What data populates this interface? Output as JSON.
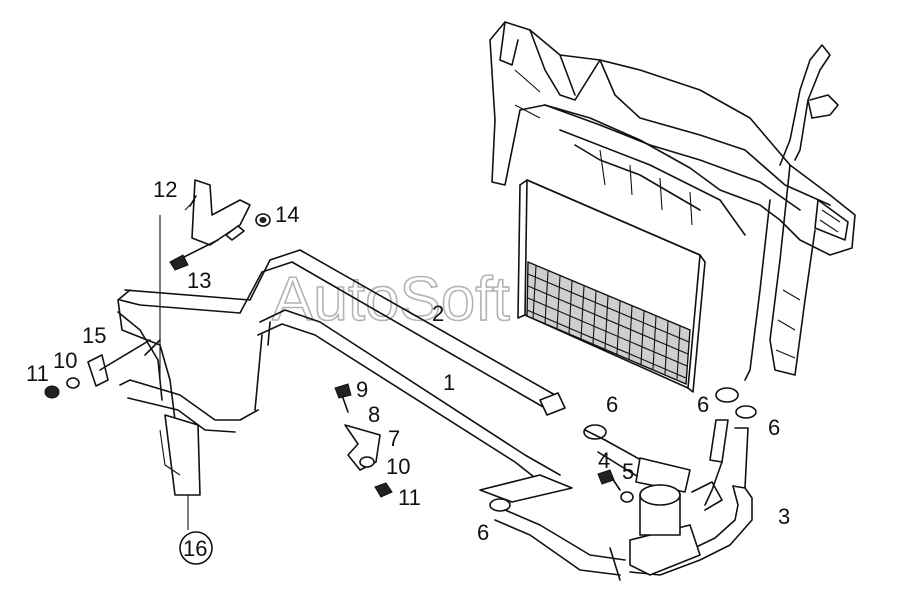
{
  "watermark": "AutoSoft",
  "labels": {
    "l1": "1",
    "l2": "2",
    "l3": "3",
    "l4": "4",
    "l5": "5",
    "l6a": "6",
    "l6b": "6",
    "l6c": "6",
    "l6d": "6",
    "l7": "7",
    "l8": "8",
    "l9": "9",
    "l10a": "10",
    "l10b": "10",
    "l11a": "11",
    "l11b": "11",
    "l12": "12",
    "l13": "13",
    "l14": "14",
    "l15": "15",
    "l16": "16"
  }
}
